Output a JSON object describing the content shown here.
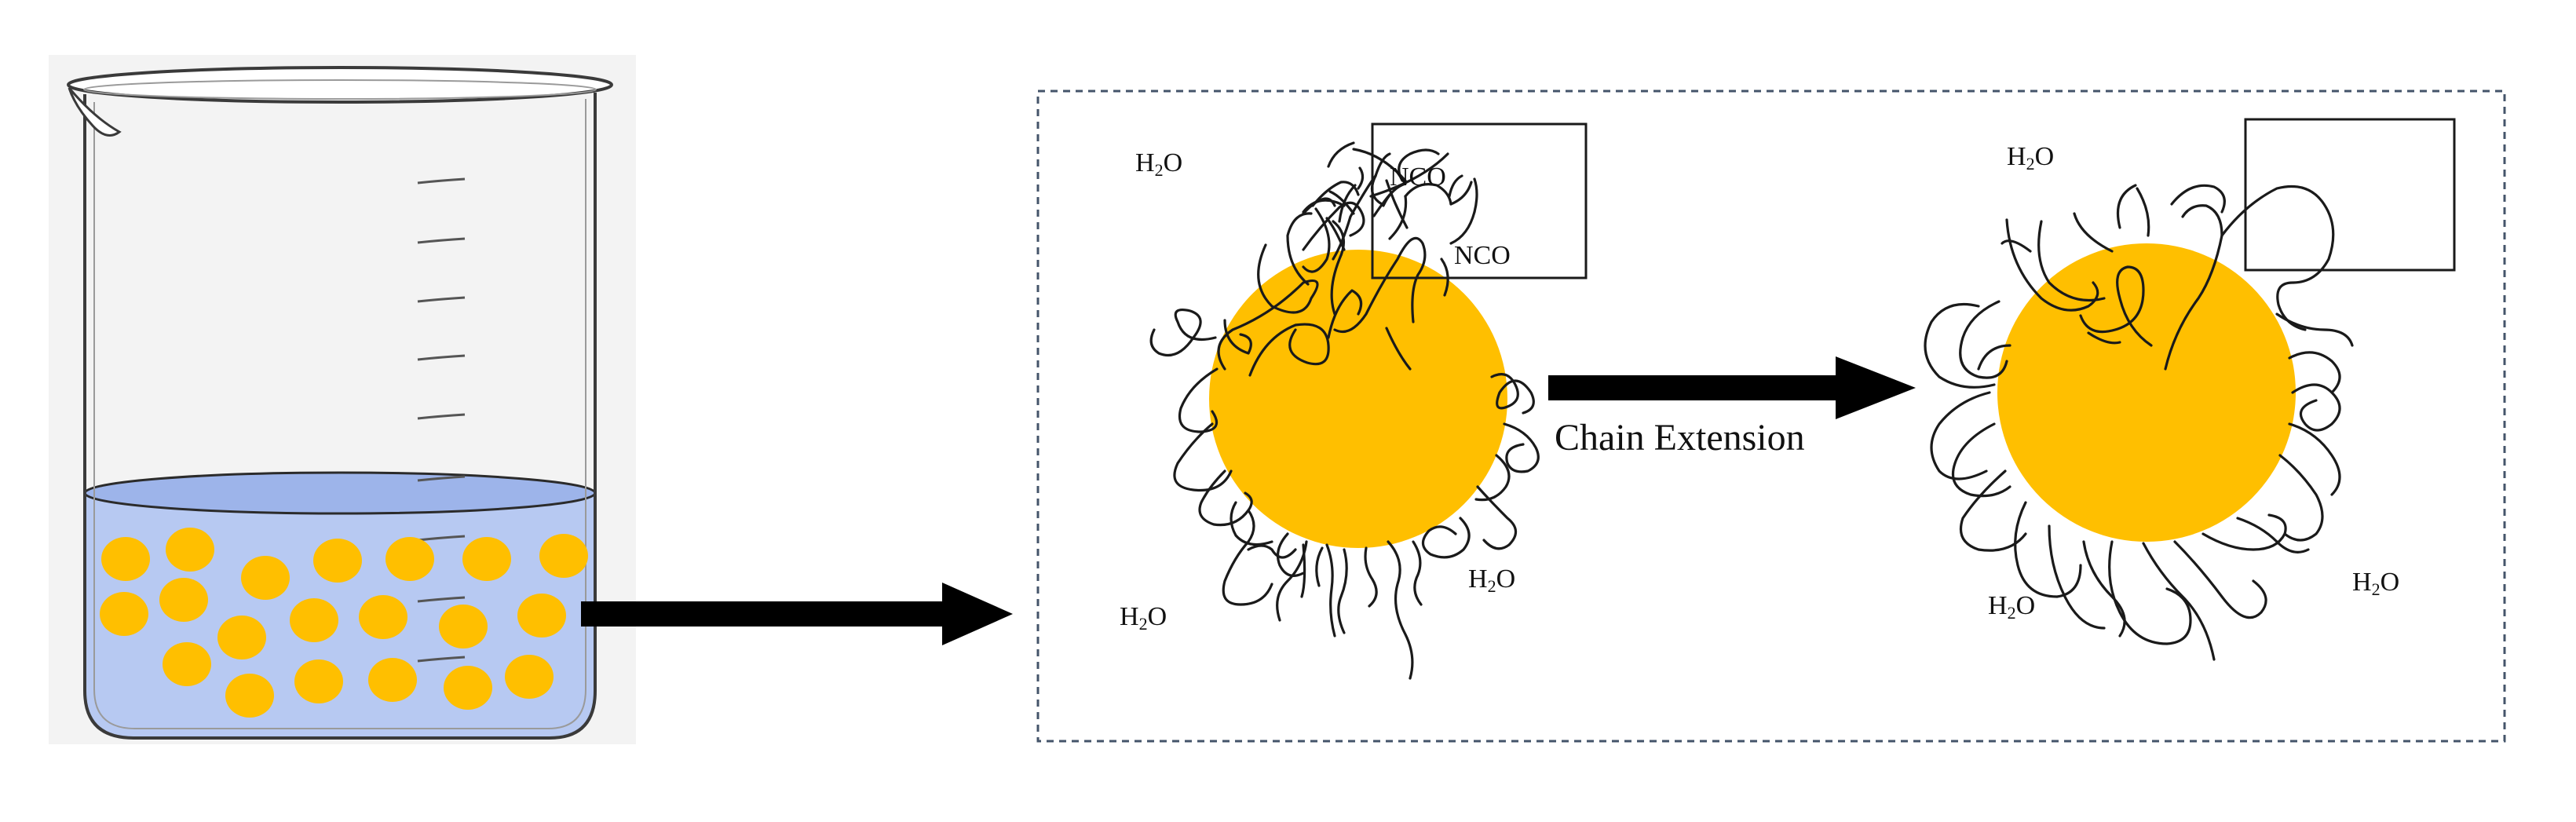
{
  "colors": {
    "particle": "#FFBF00",
    "water": "#B4C7F0",
    "water_top": "#8FA9E0",
    "beaker_bg": "#F2F2F2",
    "beaker_line": "#444444",
    "arrow": "#000000",
    "frame": "#44546A"
  },
  "labels": {
    "nco_1": "NCO",
    "nco_2": "NCO",
    "water_main": "H",
    "water_sub": "2",
    "water_end": "O",
    "chain_extension": "Chain Extension"
  },
  "icons": {
    "beaker": "beaker-icon",
    "process_arrow": "arrow-right-icon"
  }
}
